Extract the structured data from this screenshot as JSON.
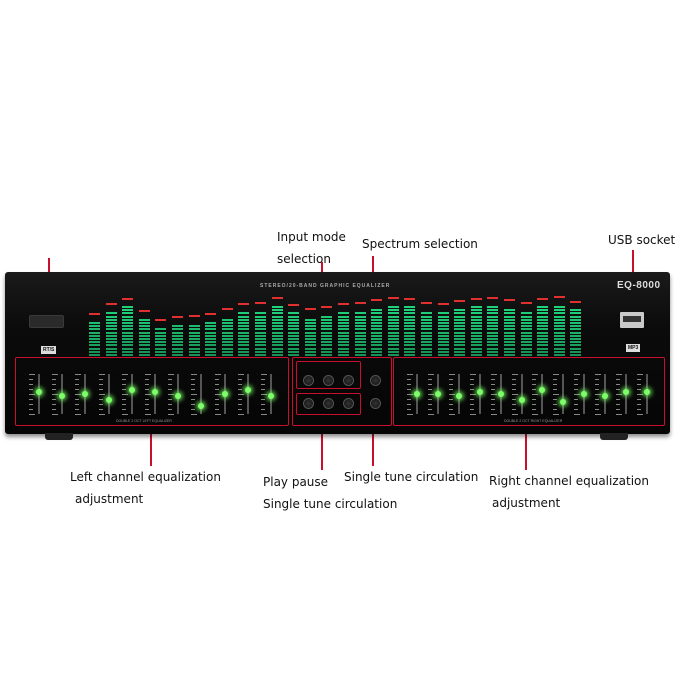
{
  "callouts": {
    "input_mode": [
      "Input mode",
      "selection"
    ],
    "spectrum": "Spectrum selection",
    "usb": "USB socket",
    "left_eq": [
      "Left channel equalization",
      "adjustment"
    ],
    "play_pause": [
      "Play pause",
      "Single tune circulation"
    ],
    "single_tune": "Single tune circulation",
    "right_eq": [
      "Right channel equalization",
      "adjustment"
    ]
  },
  "device": {
    "model": "EQ-8000",
    "title": "STEREO/20-BAND GRAPHIC EQUALIZER",
    "left_badge": "RT/S",
    "right_badge": "MP3",
    "left_panel_label": "DOUBLE 2 OCT LEFT EQUALIZER",
    "right_panel_label": "DOUBLE 2 OCT RIGHT EQUALIZER"
  },
  "colors": {
    "callout_line": "#c8102e",
    "led_green": "#7dff6a",
    "display_green": "#1fd27a",
    "display_peak": "#e03030"
  },
  "spectrum_levels": [
    0.55,
    0.7,
    0.78,
    0.6,
    0.45,
    0.5,
    0.52,
    0.55,
    0.62,
    0.7,
    0.72,
    0.8,
    0.68,
    0.62,
    0.66,
    0.7,
    0.72,
    0.76,
    0.8,
    0.78,
    0.72,
    0.7,
    0.75,
    0.78,
    0.8,
    0.76,
    0.72,
    0.78,
    0.82,
    0.74
  ],
  "left_sliders": [
    0.55,
    0.45,
    0.5,
    0.35,
    0.6,
    0.55,
    0.45,
    0.2,
    0.5,
    0.6,
    0.45
  ],
  "right_sliders": [
    0.5,
    0.5,
    0.45,
    0.55,
    0.5,
    0.35,
    0.6,
    0.3,
    0.5,
    0.45,
    0.55,
    0.55
  ]
}
